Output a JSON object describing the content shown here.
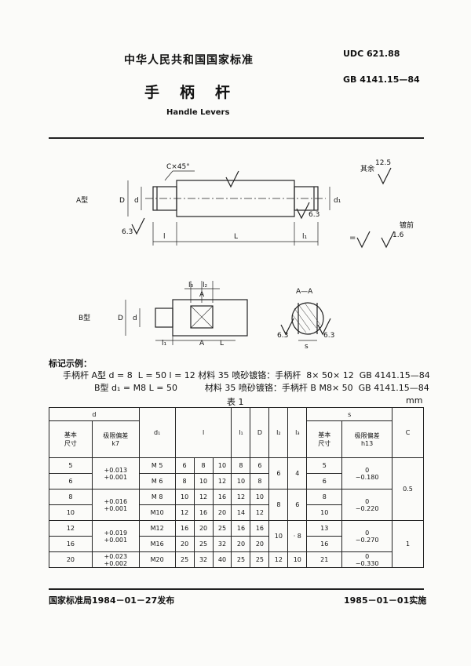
{
  "header": {
    "std_title": "中华人民共和国国家标准",
    "udc": "UDC 621.88",
    "gb": "GB 4141.15—84",
    "title_cn": "手柄杆",
    "title_en": "Handle Levers"
  },
  "figure": {
    "chamfer": "C×45°",
    "roughness_other": "12.5",
    "roughness_other_label": "其余",
    "type_a": "A型",
    "type_b": "B型",
    "D": "D",
    "d": "d",
    "d1": "d₁",
    "l": "l",
    "L": "L",
    "l1": "l₁",
    "l2": "l₂",
    "l3": "l₃",
    "A": "A",
    "s": "s",
    "section": "A—A",
    "rough_63": "6.3",
    "rough_16": "1.6",
    "plating": "镀前"
  },
  "example": {
    "heading": "标记示例：",
    "line1": "手柄杆 A型 d = 8  L = 50 l = 12 材料 35 喷砂镀铬：手柄杆  8× 50× 12  GB 4141.15—84",
    "line2": "B型 d₁ = M8 L = 50          材料 35 喷砂镀铬：手柄杆 B M8× 50  GB 4141.15—84"
  },
  "table": {
    "title": "表 1",
    "unit": "mm",
    "headers": {
      "d": "d",
      "d_basic": "基本\n尺寸",
      "d_tol": "极限偏差\nk7",
      "d1": "d₁",
      "l": "l",
      "l1": "l₁",
      "D": "D",
      "l2": "l₂",
      "l3": "l₃",
      "s": "s",
      "s_basic": "基本\n尺寸",
      "s_tol": "极限偏差\nh13",
      "C": "C"
    },
    "rows": [
      {
        "d": "5",
        "d1": "M 5",
        "l": [
          "6",
          "8",
          "10"
        ],
        "l1": "8",
        "D": "6",
        "s": "5"
      },
      {
        "d": "6",
        "d1": "M 6",
        "l": [
          "8",
          "10",
          "12"
        ],
        "l1": "10",
        "D": "8",
        "s": "6"
      },
      {
        "d": "8",
        "d1": "M 8",
        "l": [
          "10",
          "12",
          "16"
        ],
        "l1": "12",
        "D": "10",
        "s": "8"
      },
      {
        "d": "10",
        "d1": "M10",
        "l": [
          "12",
          "16",
          "20"
        ],
        "l1": "14",
        "D": "12",
        "s": "10"
      },
      {
        "d": "12",
        "d1": "M12",
        "l": [
          "16",
          "20",
          "25"
        ],
        "l1": "16",
        "D": "16",
        "s": "13"
      },
      {
        "d": "16",
        "d1": "M16",
        "l": [
          "20",
          "25",
          "32"
        ],
        "l1": "20",
        "D": "20",
        "s": "16"
      },
      {
        "d": "20",
        "d1": "M20",
        "l": [
          "25",
          "32",
          "40"
        ],
        "l1": "25",
        "D": "25",
        "s": "21"
      }
    ],
    "k7": [
      "+0.013\n+0.001",
      "+0.016\n+0.001",
      "+0.019\n+0.001",
      "+0.023\n+0.002"
    ],
    "l2_groups": [
      "6",
      "8",
      "10",
      "12"
    ],
    "l3_groups": [
      "4",
      "6",
      "· 8",
      "10"
    ],
    "h13": [
      "0\n−0.180",
      "0\n−0.220",
      "0\n−0.270",
      "0\n−0.330"
    ],
    "C": [
      "0.5",
      "1"
    ]
  },
  "footer": {
    "issued": "国家标准局1984－01－27发布",
    "effective": "1985－01－01实施"
  }
}
